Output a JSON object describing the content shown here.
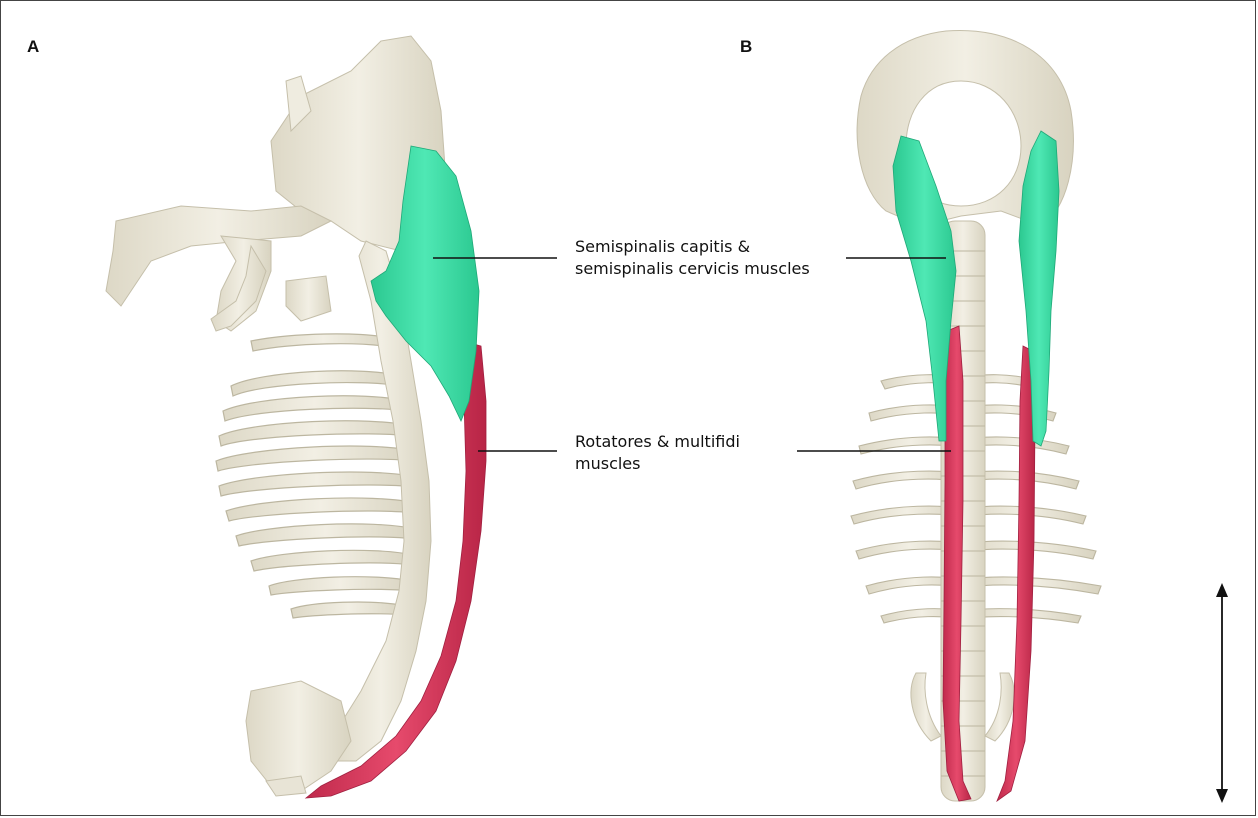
{
  "panels": [
    {
      "letter": "A"
    },
    {
      "letter": "B"
    }
  ],
  "labels": {
    "muscle_group_1": {
      "line1": "Semispinalis capitis &",
      "line2": "semispinalis cervicis muscles"
    },
    "muscle_group_2": {
      "line1": "Rotatores & multifidi",
      "line2": "muscles"
    }
  },
  "colors": {
    "bone": "#ece9dc",
    "bone_outline": "#c8c3b0",
    "semispinalis": "#3fe0a8",
    "rotatores_multifidi": "#d83a5c",
    "line": "#111111"
  },
  "scale_bar_icon": "double-headed-arrow"
}
